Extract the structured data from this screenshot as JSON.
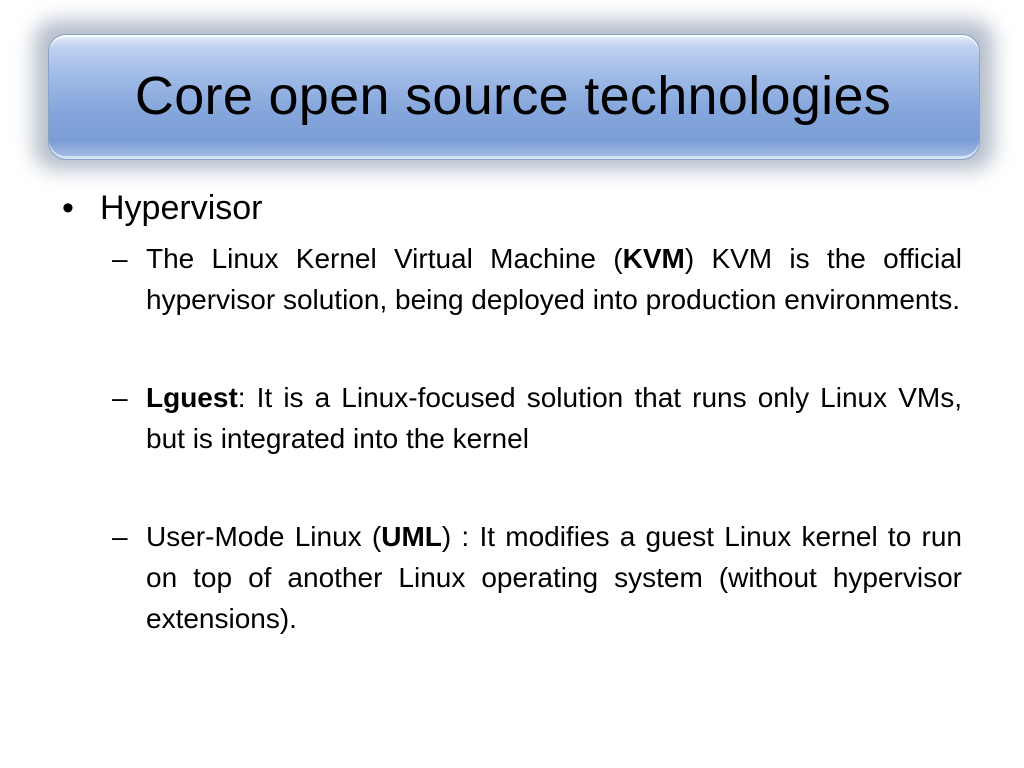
{
  "slide": {
    "title": "Core open source technologies",
    "bullet_symbol": "•",
    "dash_symbol": "–",
    "main_bullet": "Hypervisor",
    "items": [
      {
        "pre": "The Linux Kernel Virtual Machine (",
        "bold": "KVM",
        "post": ") KVM is the official hypervisor solution, being deployed into production environments."
      },
      {
        "pre": "",
        "bold": "Lguest",
        "post": ": It is a Linux-focused solution that runs only Linux VMs, but is integrated into the kernel"
      },
      {
        "pre": "User-Mode Linux (",
        "bold": "UML",
        "post": ") : It modifies a guest Linux kernel to run on top of another Linux operating system (without hypervisor extensions)."
      }
    ]
  },
  "colors": {
    "title_bar": "#86a7dc",
    "text": "#000000",
    "background": "#ffffff"
  }
}
